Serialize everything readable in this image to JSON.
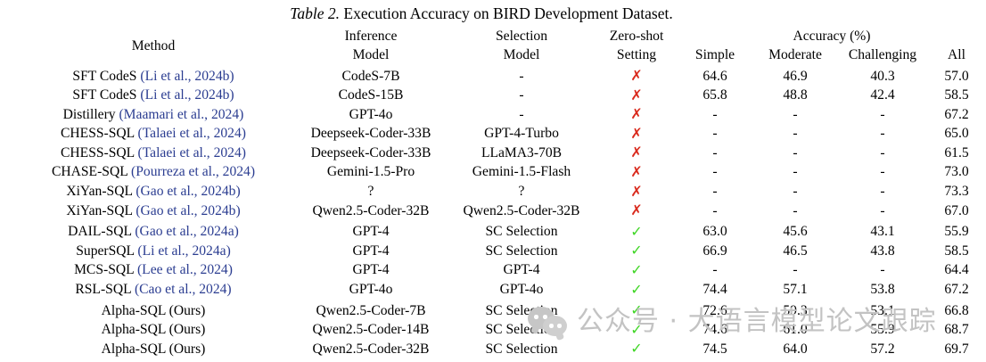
{
  "caption": {
    "label": "Table 2.",
    "text": "Execution Accuracy on BIRD Development Dataset."
  },
  "header": {
    "method": "Method",
    "inference_line1": "Inference",
    "inference_line2": "Model",
    "selection_line1": "Selection",
    "selection_line2": "Model",
    "zeroshot_line1": "Zero-shot",
    "zeroshot_line2": "Setting",
    "accuracy_group": "Accuracy (%)",
    "simple": "Simple",
    "moderate": "Moderate",
    "challenging": "Challenging",
    "all": "All"
  },
  "marks": {
    "cross": "✗",
    "check": "✓",
    "empty": "-",
    "unknown": "?"
  },
  "colors": {
    "citation_blue": "#2b3d91",
    "cross_red": "#d9291c",
    "check_green": "#3fd625",
    "rule_gray": "#4d4d4d",
    "watermark_gray": "#c3c3c3"
  },
  "watermark": {
    "text": "公众号 · 大语言模型论文跟踪",
    "logo": "wechat-logo"
  },
  "groups": [
    {
      "id": "group-1",
      "rows": [
        {
          "method_name": "SFT CodeS ",
          "method_cite": "(Li et al., 2024b)",
          "inference": "CodeS-7B",
          "selection": "-",
          "zeroshot": "cross",
          "simple": "64.6",
          "moderate": "46.9",
          "challenging": "40.3",
          "all": "57.0",
          "bold": false
        },
        {
          "method_name": "SFT CodeS ",
          "method_cite": "(Li et al., 2024b)",
          "inference": "CodeS-15B",
          "selection": "-",
          "zeroshot": "cross",
          "simple": "65.8",
          "moderate": "48.8",
          "challenging": "42.4",
          "all": "58.5",
          "bold": false
        },
        {
          "method_name": "Distillery ",
          "method_cite": "(Maamari et al., 2024)",
          "inference": "GPT-4o",
          "selection": "-",
          "zeroshot": "cross",
          "simple": "-",
          "moderate": "-",
          "challenging": "-",
          "all": "67.2",
          "bold": false
        },
        {
          "method_name": "CHESS-SQL ",
          "method_cite": "(Talaei et al., 2024)",
          "inference": "Deepseek-Coder-33B",
          "selection": "GPT-4-Turbo",
          "zeroshot": "cross",
          "simple": "-",
          "moderate": "-",
          "challenging": "-",
          "all": "65.0",
          "bold": false
        },
        {
          "method_name": "CHESS-SQL ",
          "method_cite": "(Talaei et al., 2024)",
          "inference": "Deepseek-Coder-33B",
          "selection": "LLaMA3-70B",
          "zeroshot": "cross",
          "simple": "-",
          "moderate": "-",
          "challenging": "-",
          "all": "61.5",
          "bold": false
        },
        {
          "method_name": "CHASE-SQL ",
          "method_cite": "(Pourreza et al., 2024)",
          "inference": "Gemini-1.5-Pro",
          "selection": "Gemini-1.5-Flash",
          "zeroshot": "cross",
          "simple": "-",
          "moderate": "-",
          "challenging": "-",
          "all": "73.0",
          "bold": false
        },
        {
          "method_name": "XiYan-SQL ",
          "method_cite": "(Gao et al., 2024b)",
          "inference": "?",
          "selection": "?",
          "zeroshot": "cross",
          "simple": "-",
          "moderate": "-",
          "challenging": "-",
          "all": "73.3",
          "bold": false
        },
        {
          "method_name": "XiYan-SQL ",
          "method_cite": "(Gao et al., 2024b)",
          "inference": "Qwen2.5-Coder-32B",
          "selection": "Qwen2.5-Coder-32B",
          "zeroshot": "cross",
          "simple": "-",
          "moderate": "-",
          "challenging": "-",
          "all": "67.0",
          "bold": false
        }
      ]
    },
    {
      "id": "group-2",
      "rows": [
        {
          "method_name": "DAIL-SQL ",
          "method_cite": "(Gao et al., 2024a)",
          "inference": "GPT-4",
          "selection": "SC Selection",
          "zeroshot": "check",
          "simple": "63.0",
          "moderate": "45.6",
          "challenging": "43.1",
          "all": "55.9",
          "bold": false
        },
        {
          "method_name": "SuperSQL ",
          "method_cite": "(Li et al., 2024a)",
          "inference": "GPT-4",
          "selection": "SC Selection",
          "zeroshot": "check",
          "simple": "66.9",
          "moderate": "46.5",
          "challenging": "43.8",
          "all": "58.5",
          "bold": false
        },
        {
          "method_name": "MCS-SQL ",
          "method_cite": "(Lee et al., 2024)",
          "inference": "GPT-4",
          "selection": "GPT-4",
          "zeroshot": "check",
          "simple": "-",
          "moderate": "-",
          "challenging": "-",
          "all": "64.4",
          "bold": false
        },
        {
          "method_name": "RSL-SQL ",
          "method_cite": "(Cao et al., 2024)",
          "inference": "GPT-4o",
          "selection": "GPT-4o",
          "zeroshot": "check",
          "simple": "74.4",
          "moderate": "57.1",
          "challenging": "53.8",
          "all": "67.2",
          "bold": false
        }
      ]
    },
    {
      "id": "group-3",
      "rows": [
        {
          "method_name": "Alpha-SQL (Ours)",
          "method_cite": "",
          "inference": "Qwen2.5-Coder-7B",
          "selection": "SC Selection",
          "zeroshot": "check",
          "simple": "72.6",
          "moderate": "59.3",
          "challenging": "53.1",
          "all": "66.8",
          "bold": true
        },
        {
          "method_name": "Alpha-SQL (Ours)",
          "method_cite": "",
          "inference": "Qwen2.5-Coder-14B",
          "selection": "SC Selection",
          "zeroshot": "check",
          "simple": "74.6",
          "moderate": "61.0",
          "challenging": "55.9",
          "all": "68.7",
          "bold": true
        },
        {
          "method_name": "Alpha-SQL (Ours)",
          "method_cite": "",
          "inference": "Qwen2.5-Coder-32B",
          "selection": "SC Selection",
          "zeroshot": "check",
          "simple": "74.5",
          "moderate": "64.0",
          "challenging": "57.2",
          "all": "69.7",
          "bold": true
        }
      ]
    }
  ]
}
